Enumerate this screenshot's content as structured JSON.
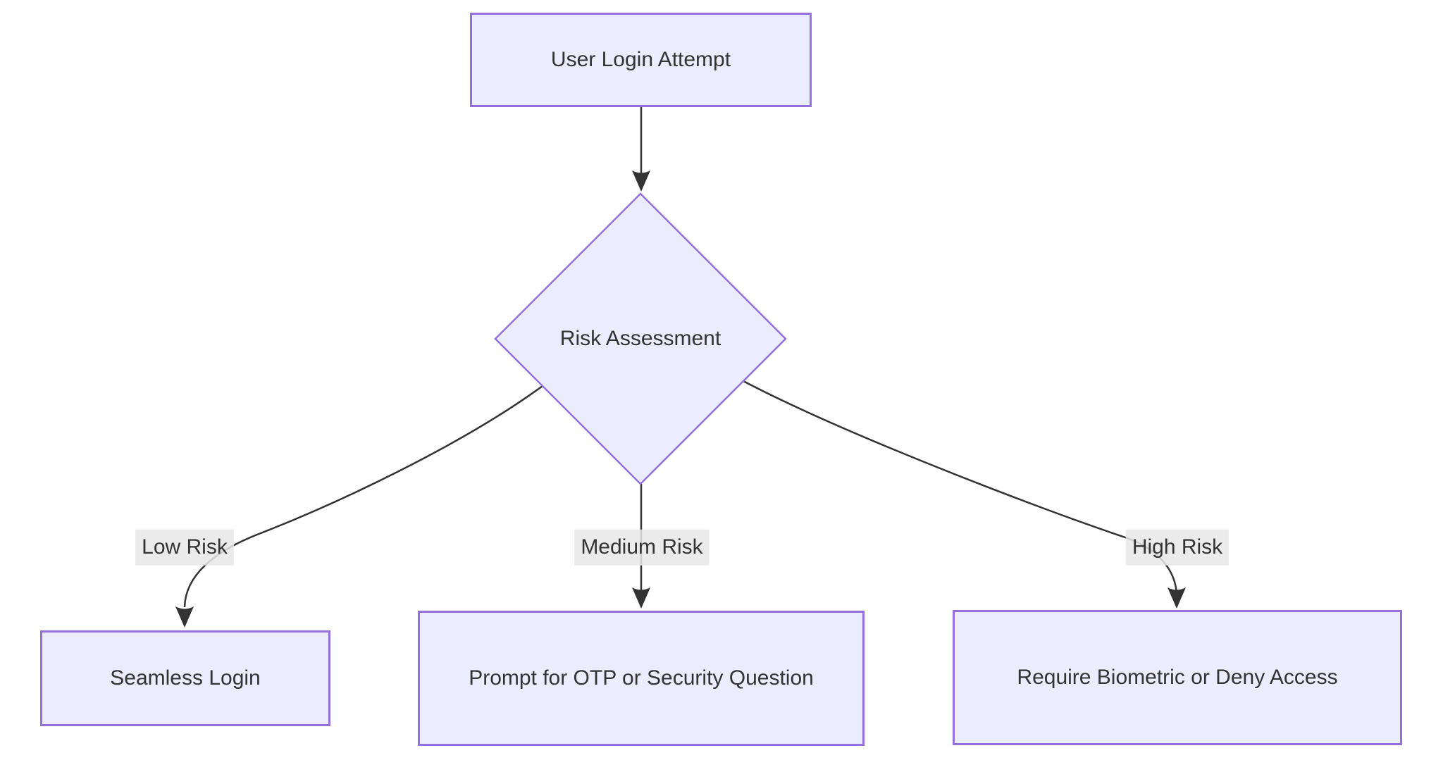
{
  "diagram": {
    "type": "flowchart",
    "direction": "top-down",
    "nodes": {
      "start": {
        "label": "User Login Attempt",
        "shape": "rectangle"
      },
      "decision": {
        "label": "Risk Assessment",
        "shape": "diamond"
      },
      "low": {
        "label": "Seamless Login",
        "shape": "rectangle"
      },
      "medium": {
        "label": "Prompt for OTP or Security Question",
        "shape": "rectangle"
      },
      "high": {
        "label": "Require Biometric or Deny Access",
        "shape": "rectangle"
      }
    },
    "edges": [
      {
        "from": "start",
        "to": "decision",
        "label": ""
      },
      {
        "from": "decision",
        "to": "low",
        "label": "Low Risk"
      },
      {
        "from": "decision",
        "to": "medium",
        "label": "Medium Risk"
      },
      {
        "from": "decision",
        "to": "high",
        "label": "High Risk"
      }
    ],
    "colors": {
      "background": "#ffffff",
      "node_fill": "#ECECFF",
      "node_border": "#9370DB",
      "edge_line": "#333333",
      "text": "#333333",
      "edge_label_background": "#e8e8e8"
    }
  }
}
